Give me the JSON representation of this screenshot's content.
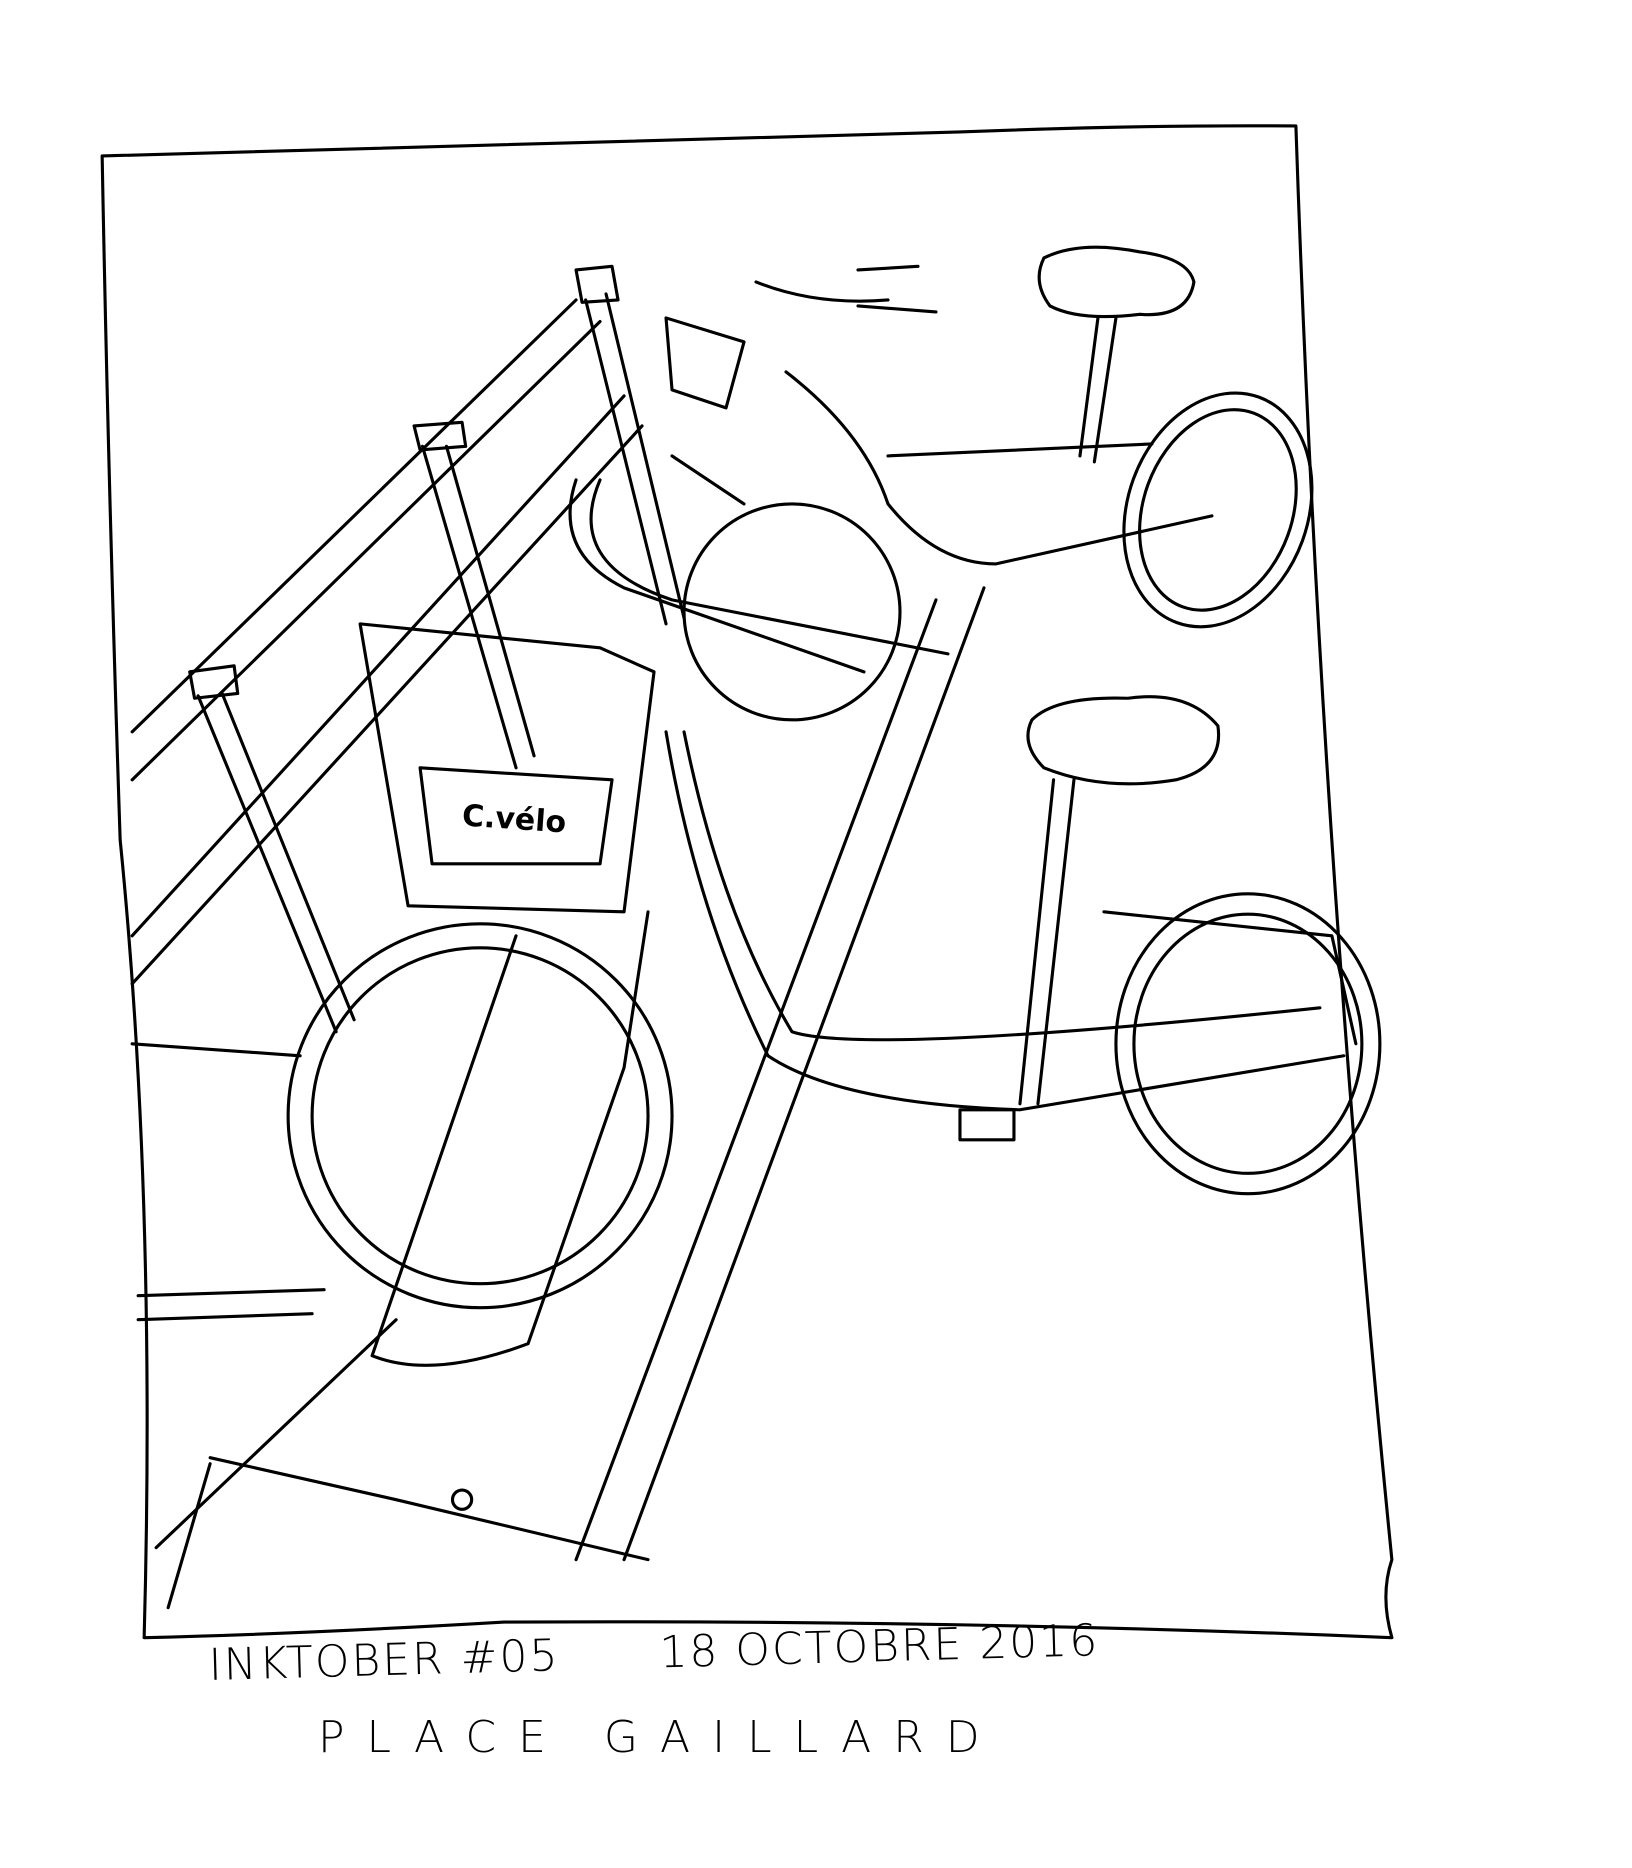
{
  "caption": {
    "title": "INKTOBER #05",
    "date": "18 OCTOBRE 2016",
    "place": "PLACE GAILLARD"
  },
  "basket_brand": "C.vélo",
  "colors": {
    "ink": "#000000",
    "paper": "#ffffff"
  }
}
